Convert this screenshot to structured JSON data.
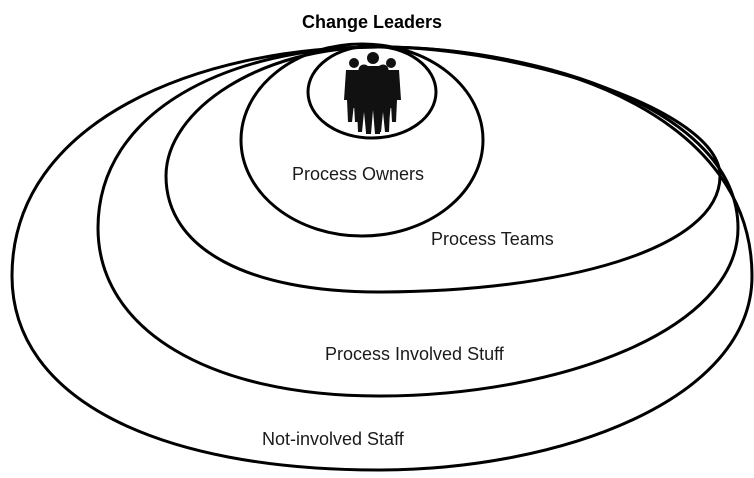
{
  "title": "Change Leaders",
  "rings": [
    {
      "label": "Process Owners"
    },
    {
      "label": "Process Teams"
    },
    {
      "label": "Process Involved Stuff"
    },
    {
      "label": "Not-involved Staff"
    }
  ],
  "icon": "group-of-business-people-icon"
}
